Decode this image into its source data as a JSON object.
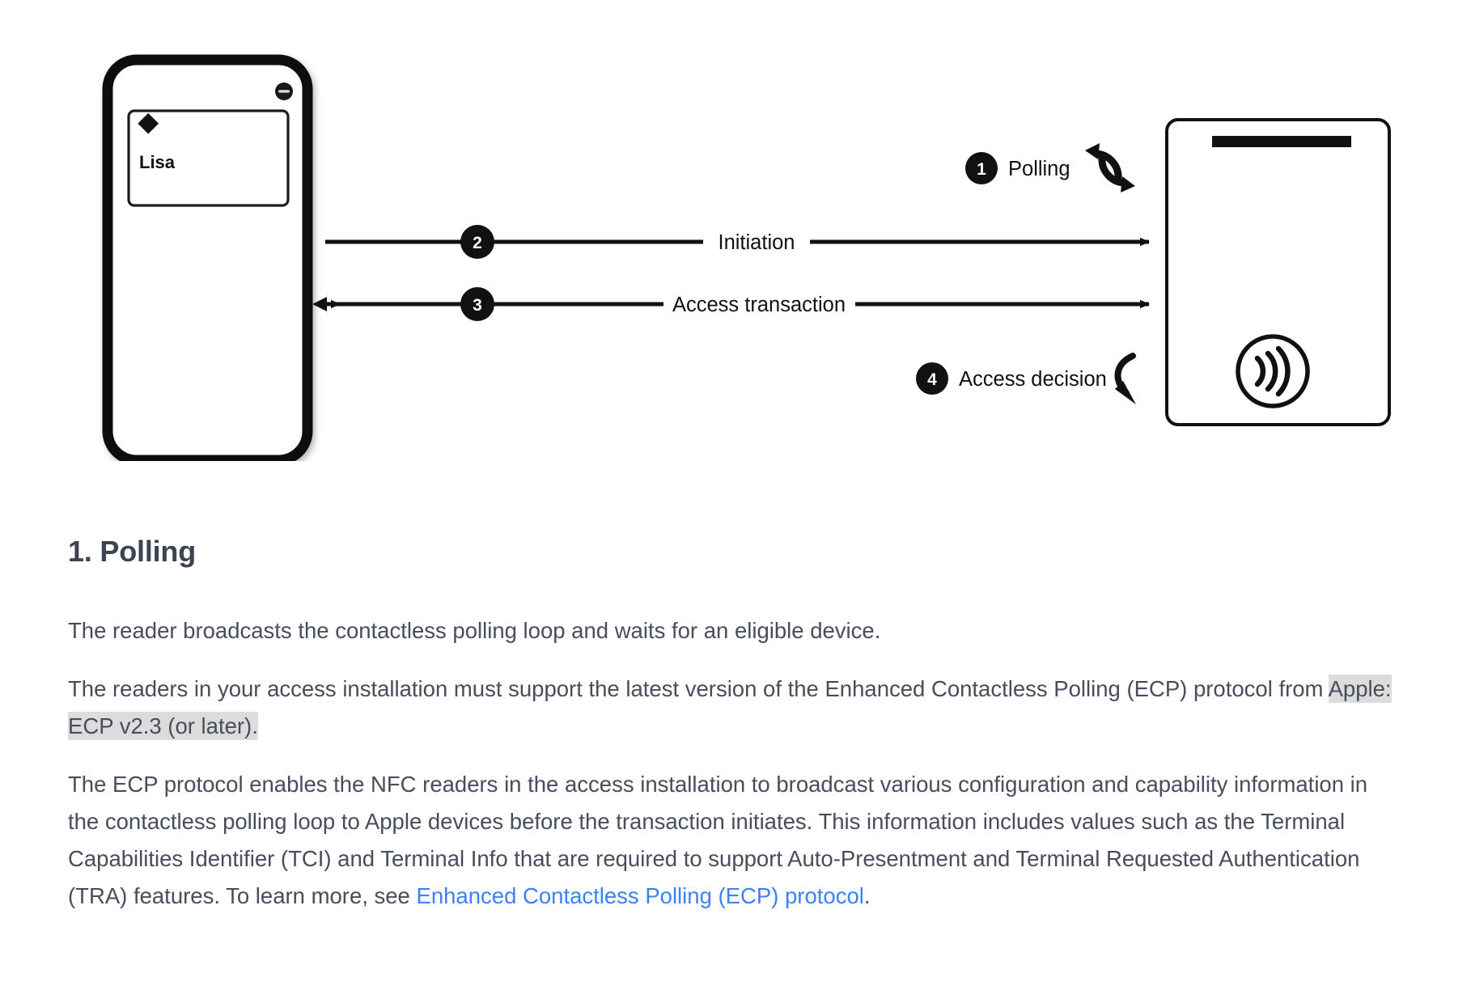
{
  "diagram": {
    "name": "access-transaction-flow-diagram",
    "phone": {
      "name": "iphone-device",
      "camera_icon": "camera-icon",
      "pass_card": {
        "logo_icon": "four-diamond-logo-icon",
        "label": "Lisa"
      }
    },
    "reader": {
      "name": "nfc-reader-device",
      "display_bar": "reader-display-bar",
      "contactless_icon": "contactless-nfc-icon"
    },
    "steps": [
      {
        "number": "1",
        "label": "Polling",
        "icon": "circular-refresh-loop-icon",
        "direction": "loop"
      },
      {
        "number": "2",
        "label": "Initiation",
        "icon": "arrow-right-icon",
        "direction": "phone-to-reader"
      },
      {
        "number": "3",
        "label": "Access transaction",
        "icon": "arrow-both-icon",
        "direction": "bidirectional"
      },
      {
        "number": "4",
        "label": "Access decision",
        "icon": "curved-arrow-down-icon",
        "direction": "reader-internal"
      }
    ]
  },
  "article": {
    "heading": "1. Polling",
    "paragraph_1": "The reader broadcasts the contactless polling loop and waits for an eligible device.",
    "paragraph_2": {
      "before": "The readers in your access installation must support the latest version of the Enhanced Contactless Polling (ECP) protocol from ",
      "highlight": "Apple: ECP v2.3 (or later).",
      "after": ""
    },
    "paragraph_3": {
      "before": "The ECP protocol enables the NFC readers in the access installation to broadcast various configuration and capability information in the contactless polling loop to Apple devices before the transaction initiates. This information includes values such as the Terminal Capabilities Identifier (TCI) and Terminal Info that are required to support Auto-Presentment and Terminal Requested Authentication (TRA) features. To learn more, see ",
      "link_text": "Enhanced Contactless Polling (ECP) protocol",
      "after": "."
    }
  },
  "colors": {
    "text": "#474d5c",
    "heading": "#3d4352",
    "link": "#3b82f6",
    "highlight_bg": "#dcdcdc",
    "stroke": "#111111",
    "background": "#ffffff"
  }
}
